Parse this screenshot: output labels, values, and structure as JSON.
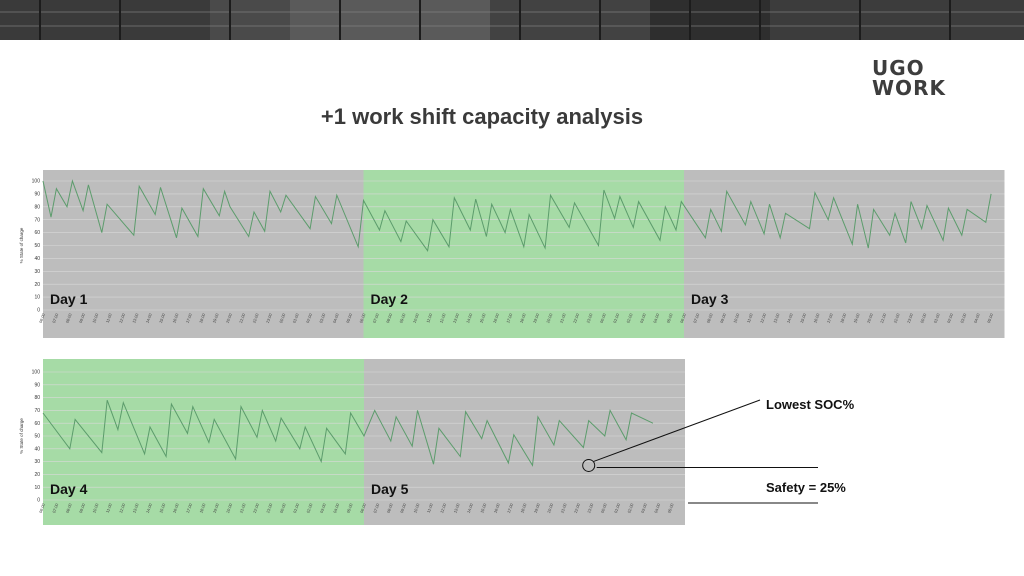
{
  "page": {
    "title": "+1 work shift capacity analysis"
  },
  "logo": {
    "line1": "UGO",
    "line2": "WORK"
  },
  "colors": {
    "grey_band": "#bdbdbd",
    "green_band": "#a6dba6",
    "series_line": "#5c9c6c",
    "gridline": "#d9d9d9"
  },
  "chart_data": [
    {
      "type": "line",
      "ylabel": "% State of charge",
      "ylim": [
        0,
        100
      ],
      "yticks": [
        0,
        10,
        20,
        30,
        40,
        50,
        60,
        70,
        80,
        90,
        100
      ],
      "xtick_labels": [
        "06:00",
        "07:00",
        "08:00",
        "09:00",
        "10:00",
        "11:00",
        "12:00",
        "13:00",
        "14:00",
        "15:00",
        "16:00",
        "17:00",
        "18:00",
        "19:00",
        "20:00",
        "21:00",
        "22:00",
        "23:00",
        "00:00",
        "01:00",
        "02:00",
        "03:00",
        "04:00",
        "05:00"
      ],
      "panels": [
        {
          "name": "Day 1",
          "band": "grey"
        },
        {
          "name": "Day 2",
          "band": "green"
        },
        {
          "name": "Day 3",
          "band": "grey"
        }
      ],
      "series": [
        {
          "x": [
            0,
            0.6,
            1,
            1.8,
            2.2,
            3,
            3.4,
            4.4,
            4.8,
            6.8,
            7.2,
            8.4,
            8.8,
            10,
            10.4,
            11.6,
            12,
            13.2,
            13.6,
            14,
            15.4,
            15.8,
            16.6,
            17,
            17.8,
            18.2,
            20,
            20.4,
            21.6,
            22,
            23.6,
            24,
            25.2,
            25.6,
            26.8,
            27.2,
            28.8,
            29.2,
            30.4,
            30.8,
            32,
            32.4,
            33.2,
            33.6,
            34.6,
            35,
            36,
            36.4,
            37.6,
            38,
            39.4,
            39.8,
            41.6,
            42,
            42.8,
            43.2,
            44.2,
            44.6,
            46.2,
            46.6,
            47.4,
            47.8,
            49.6,
            50,
            50.8,
            51.2,
            52.6,
            53,
            54,
            54.4,
            55.2,
            55.6,
            57.4,
            57.8,
            58.8,
            59.2,
            60.6,
            61,
            61.8,
            62.2,
            63.4,
            63.8,
            64.6,
            65,
            65.8,
            66.2,
            67.4,
            67.8,
            68.8,
            69.2,
            70.6,
            71
          ],
          "y": [
            100,
            72,
            94,
            80,
            100,
            77,
            97,
            60,
            82,
            58,
            96,
            74,
            95,
            56,
            79,
            57,
            94,
            73,
            92,
            80,
            57,
            76,
            61,
            92,
            76,
            89,
            63,
            88,
            67,
            89,
            49,
            85,
            62,
            77,
            53,
            69,
            46,
            70,
            49,
            87,
            62,
            86,
            57,
            82,
            60,
            78,
            49,
            74,
            48,
            89,
            64,
            83,
            50,
            93,
            71,
            88,
            64,
            84,
            54,
            80,
            62,
            84,
            56,
            78,
            61,
            92,
            66,
            84,
            59,
            82,
            56,
            75,
            63,
            91,
            70,
            87,
            51,
            82,
            48,
            78,
            58,
            75,
            52,
            84,
            63,
            81,
            54,
            79,
            58,
            78,
            68,
            90
          ]
        }
      ]
    },
    {
      "type": "line",
      "ylabel": "% State of charge",
      "ylim": [
        0,
        100
      ],
      "yticks": [
        0,
        10,
        20,
        30,
        40,
        50,
        60,
        70,
        80,
        90,
        100
      ],
      "xtick_labels": [
        "06:00",
        "07:00",
        "08:00",
        "09:00",
        "10:00",
        "11:00",
        "12:00",
        "13:00",
        "14:00",
        "15:00",
        "16:00",
        "17:00",
        "18:00",
        "19:00",
        "20:00",
        "21:00",
        "22:00",
        "23:00",
        "00:00",
        "01:00",
        "02:00",
        "03:00",
        "04:00",
        "05:00"
      ],
      "panels": [
        {
          "name": "Day 4",
          "band": "green"
        },
        {
          "name": "Day 5",
          "band": "grey"
        }
      ],
      "series": [
        {
          "x": [
            0,
            2,
            2.4,
            4.4,
            4.8,
            5.6,
            6,
            7.6,
            8,
            9.2,
            9.6,
            10.8,
            11.2,
            12.4,
            12.8,
            14.4,
            14.8,
            16,
            16.4,
            17.4,
            17.8,
            19.2,
            19.6,
            20.8,
            21.2,
            22.6,
            23,
            24,
            24.8,
            26,
            26.4,
            27.6,
            28,
            29.2,
            29.6,
            31.2,
            31.6,
            32.8,
            33.2,
            34.8,
            35.2,
            36.6,
            37,
            38.2,
            38.6,
            40.4,
            40.8,
            42,
            42.4,
            43.6,
            44,
            45.6
          ],
          "y": [
            68,
            40,
            63,
            37,
            78,
            55,
            76,
            36,
            57,
            34,
            75,
            52,
            73,
            45,
            63,
            32,
            73,
            49,
            70,
            46,
            64,
            40,
            57,
            30,
            56,
            36,
            68,
            50,
            70,
            46,
            65,
            42,
            70,
            28,
            56,
            34,
            69,
            48,
            62,
            29,
            51,
            27,
            65,
            43,
            62,
            41,
            62,
            50,
            70,
            47,
            68,
            60
          ]
        }
      ],
      "annotations": [
        {
          "text": "Lowest SOC%",
          "x": 40.8,
          "y": 27
        },
        {
          "text": "Safety = 25%",
          "y": 25
        }
      ]
    }
  ]
}
